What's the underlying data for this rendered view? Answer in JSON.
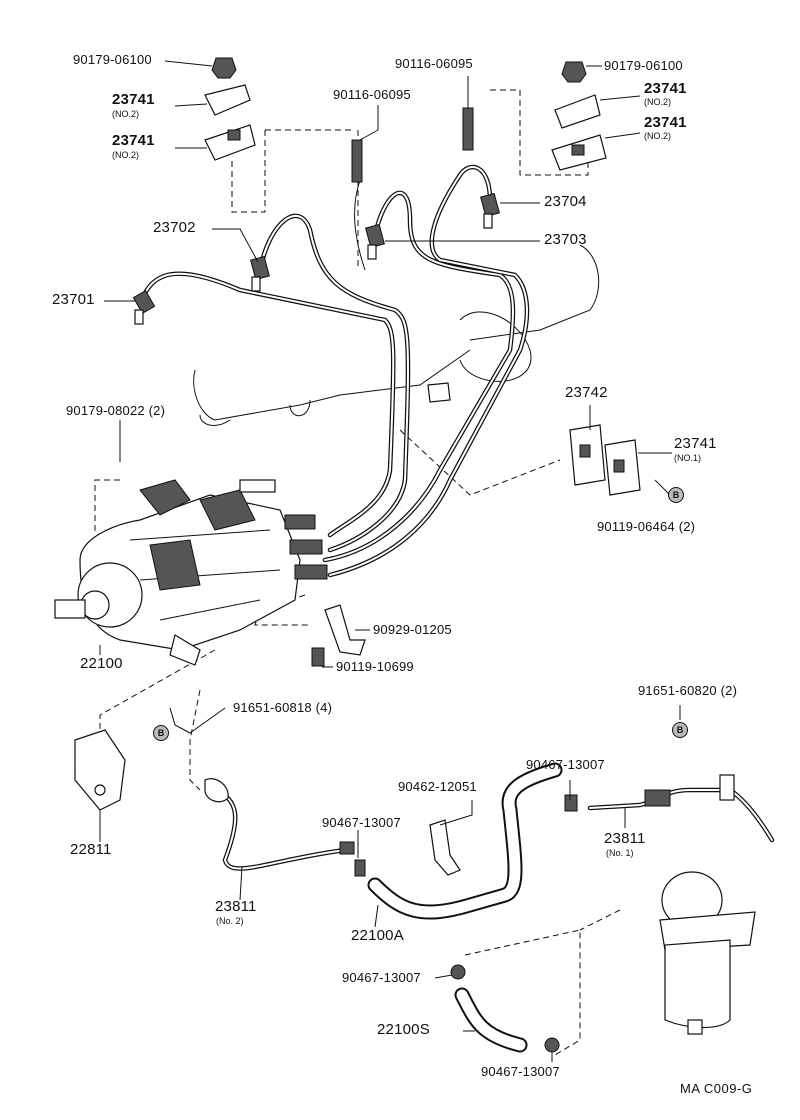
{
  "labels": {
    "nut_tl": "90179-06100",
    "clamp_tl1": "23741",
    "clamp_tl1_sub": "(NO.2)",
    "clamp_tl2": "23741",
    "clamp_tl2_sub": "(NO.2)",
    "stud_l": "90116-06095",
    "stud_r": "90116-06095",
    "nut_tr": "90179-06100",
    "clamp_tr1": "23741",
    "clamp_tr1_sub": "(NO.2)",
    "clamp_tr2": "23741",
    "clamp_tr2_sub": "(NO.2)",
    "pipe_23702": "23702",
    "pipe_23704": "23704",
    "pipe_23703": "23703",
    "pipe_23701": "23701",
    "nut_pump": "90179-08022",
    "nut_pump_qty": "(2)",
    "clamp_23742": "23742",
    "clamp_no1": "23741",
    "clamp_no1_sub": "(NO.1)",
    "bolt_b": "90119-06464",
    "bolt_b_qty": "(2)",
    "pump": "22100",
    "bracket_clamp": "90929-01205",
    "bolt_10699": "90119-10699",
    "bolt_60818": "91651-60818",
    "bolt_60818_qty": "(4)",
    "bolt_60820": "91651-60820",
    "bolt_60820_qty": "(2)",
    "clip_top": "90467-13007",
    "clamp_12051": "90462-12051",
    "clip_mid": "90467-13007",
    "pipe_no1": "23811",
    "pipe_no1_sub": "(No. 1)",
    "bracket": "22811",
    "pipe_no2": "23811",
    "pipe_no2_sub": "(No. 2)",
    "hose_a": "22100A",
    "clip_low": "90467-13007",
    "hose_s": "22100S",
    "clip_bottom": "90467-13007",
    "ref_code": "MA C009-G"
  },
  "tags": {
    "b1": "B",
    "b2": "B",
    "b3": "B"
  }
}
